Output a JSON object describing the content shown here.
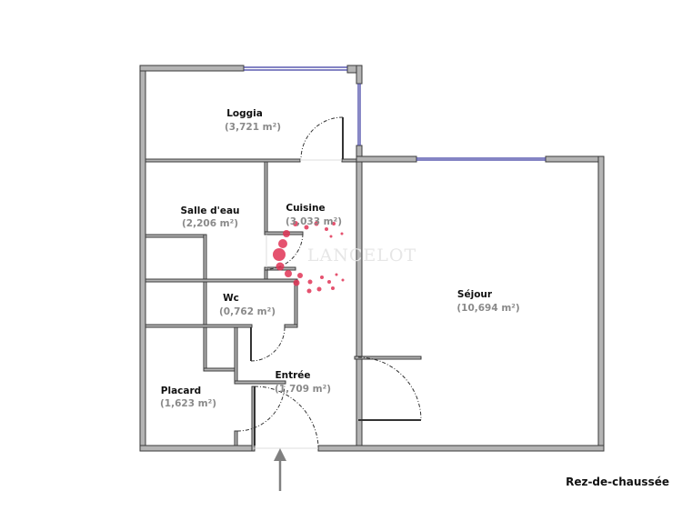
{
  "rooms": [
    {
      "name": "Loggia",
      "area": "(3,721 m²)"
    },
    {
      "name": "Salle d'eau",
      "area": "(2,206 m²)"
    },
    {
      "name": "Cuisine",
      "area": "(3,033 m²)"
    },
    {
      "name": "Wc",
      "area": "(0,762 m²)"
    },
    {
      "name": "Séjour",
      "area": "(10,694 m²)"
    },
    {
      "name": "Placard",
      "area": "(1,623 m²)"
    },
    {
      "name": "Entrée",
      "area": "(1,709 m²)"
    }
  ],
  "level": "Rez-de-chaussée",
  "watermark": "LANCELOT",
  "colors": {
    "wall": "#b4b4b4",
    "window": "#3a3aa0",
    "logo_dots": "#e03456",
    "arrow": "#808080"
  }
}
